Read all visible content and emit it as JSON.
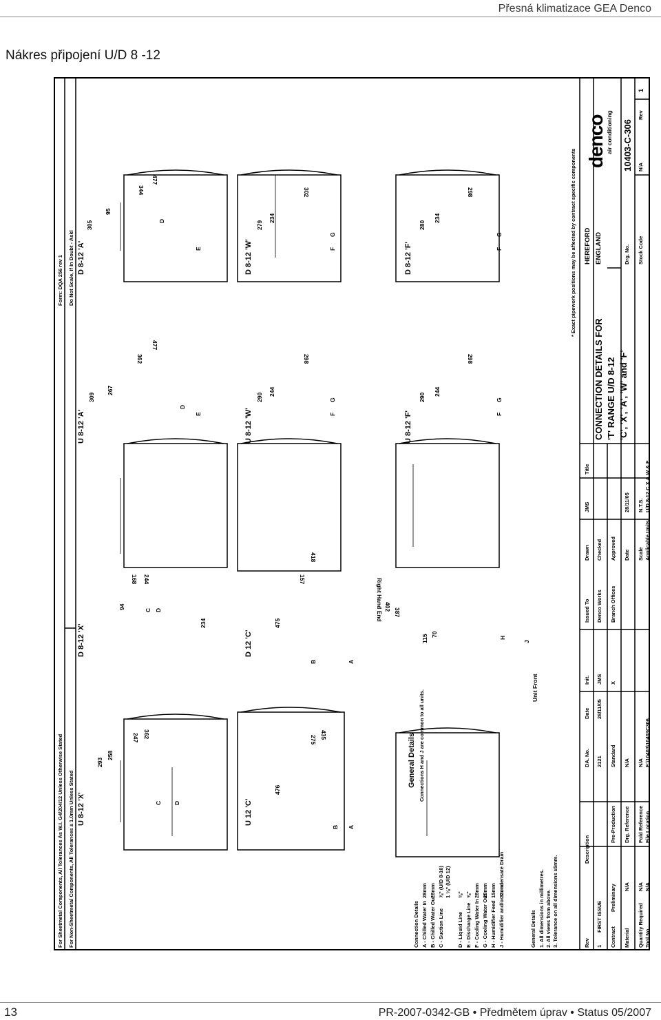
{
  "header": {
    "right": "Přesná klimatizace GEA Denco"
  },
  "page_title": "Nákres připojení U/D 8 -12",
  "footer": {
    "page_number": "13",
    "right": "PR-2007-0342-GB • Předmětem úprav • Status 05/2007"
  },
  "drawing": {
    "top_note_1": "For Sheetmetal Components, All Tolerances As W.I. G4/204/12 Unless Otherwise Stated",
    "top_note_2": "For Non-Sheetmetal Components, All Tolerances ± 1.0mm Unless Stated",
    "form_note": "Form: DQA 256 rev 1",
    "scale_note": "Do Not Scale, If In Doubt - Askl",
    "connection_details": {
      "title": "Connection Details",
      "items": [
        {
          "label": "A - Chilled Water In",
          "value": "28mm"
        },
        {
          "label": "B - Chilled Water Out",
          "value": "28mm"
        },
        {
          "label": "C - Suction Line",
          "value": "⅞\" (U/D 8-10)"
        },
        {
          "label": "",
          "value": "1 ⅛\" (U/D 12)"
        },
        {
          "label": "D - Liquid Line",
          "value": "⅜\""
        },
        {
          "label": "E - Discharge Line",
          "value": "⅝\""
        },
        {
          "label": "F - Cooling Water In",
          "value": "28mm"
        },
        {
          "label": "G - Cooling Water Out",
          "value": "28mm"
        },
        {
          "label": "H - Humidifier Feed",
          "value": "15mm"
        },
        {
          "label": "J - Humidifier and/or Condensate Drain",
          "value": "22mm"
        }
      ]
    },
    "general_notes": {
      "title": "General Details",
      "items": [
        "1. All dimensions in millimetres.",
        "2. All views from above.",
        "3. Tolerance on all dimensions ±5mm."
      ]
    },
    "general_details_block": {
      "title": "General Details",
      "text": "Connections H and J are common to all units."
    },
    "views": [
      {
        "title": "U 8-12 'X'",
        "dims": [
          "293",
          "258",
          "247",
          "362"
        ],
        "connections": [
          "C",
          "D"
        ]
      },
      {
        "title": "D 8-12 'X'",
        "dims": [
          "94",
          "168",
          "244",
          "234"
        ],
        "connections": [
          "C",
          "D"
        ]
      },
      {
        "title": "U 8-12 'A'",
        "dims": [
          "309",
          "267",
          "362",
          "477"
        ],
        "connections": [
          "D",
          "E"
        ]
      },
      {
        "title": "D 8-12 'A'",
        "dims": [
          "305",
          "95",
          "344",
          "477"
        ],
        "connections": [
          "D",
          "E"
        ]
      },
      {
        "title": "U 12 'C'",
        "dims": [
          "476",
          "275",
          "435"
        ],
        "connections": [
          "B",
          "A"
        ]
      },
      {
        "title": "D 12 'C'",
        "dims": [
          "475",
          "157",
          "418"
        ],
        "connections": [
          "B",
          "A"
        ]
      },
      {
        "title": "U 8-12 'W'",
        "dims": [
          "290",
          "244",
          "298"
        ],
        "connections": [
          "F",
          "G"
        ]
      },
      {
        "title": "D 8-12 'W'",
        "dims": [
          "279",
          "234",
          "302"
        ],
        "connections": [
          "F",
          "G"
        ]
      },
      {
        "title": "U 8-12 'F'",
        "dims": [
          "290",
          "244",
          "298"
        ],
        "connections": [
          "F",
          "G"
        ]
      },
      {
        "title": "D 8-12 'F'",
        "dims": [
          "280",
          "234",
          "298"
        ],
        "connections": [
          "F",
          "G"
        ]
      }
    ],
    "unit_front": {
      "label": "Unit Front",
      "dims": [
        "115",
        "70",
        "387",
        "402"
      ],
      "connections": [
        "H",
        "J"
      ]
    },
    "right_hand_end": "Right Hand End",
    "exact_note": "* Exact pipework positions may be affected by contract specific components",
    "title_block": {
      "rev_header": [
        "Rev",
        "Description",
        "DA. No.",
        "Date",
        "Init.",
        "Issued To",
        "Drawn",
        "JMS"
      ],
      "rev_row": [
        "1",
        "FIRST ISSUE",
        "2121",
        "28/11/05",
        "JMS",
        "Denco Works",
        "Checked",
        ""
      ],
      "contract": [
        "Contract",
        "Preliminary",
        "Pre-Production",
        "Standard",
        "X",
        "Branch Offices",
        "Approved",
        ""
      ],
      "material": [
        "Material",
        "N/A",
        "Drg. Reference",
        "N/A",
        "",
        "",
        "Date",
        "28/11/05"
      ],
      "quantity": [
        "Quantity Required",
        "N/A",
        "Fold Reference",
        "N/A",
        "",
        "",
        "Scale",
        "N.T.S."
      ],
      "tool": [
        "Tool No.",
        "N/A",
        "File Location",
        "F:\\10403\\10403C306",
        "",
        "",
        "Applicable Units",
        "U/D 8-12 C,X,A,W & F"
      ],
      "title_label": "Title",
      "title_lines": [
        "CONNECTION DETAILS FOR",
        "'T' RANGE U/D 8-12",
        "'C', 'X', 'A', 'W' and 'F'"
      ],
      "company": [
        "HEREFORD",
        "ENGLAND"
      ],
      "logo": "denco",
      "logo_sub": "air conditioning",
      "drg_no_label": "Drg. No.",
      "drg_no": "10403-C-306",
      "stock_code_label": "Stock Code",
      "stock_code": "N/A",
      "rev_label": "Rev",
      "rev": "1"
    }
  }
}
